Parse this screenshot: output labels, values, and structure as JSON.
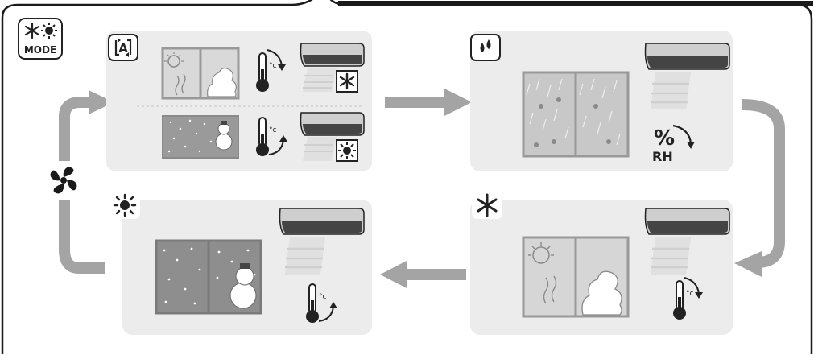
{
  "mode_button": {
    "label": "MODE",
    "icons": [
      "snowflake-icon",
      "sun-icon"
    ]
  },
  "panels": {
    "auto": {
      "badge_label": "A",
      "badge_icon": "auto-mode-icon",
      "rows": [
        {
          "scene": "hot-sunny-window",
          "thermometer": "temperature-down",
          "result_badge": "snowflake-icon"
        },
        {
          "scene": "cold-snowy-window",
          "thermometer": "temperature-up",
          "result_badge": "sun-icon"
        }
      ]
    },
    "dry": {
      "badge_icon": "water-drop-icon",
      "scene": "rainy-window",
      "indicator_text": "%",
      "indicator_sub": "RH"
    },
    "cool": {
      "badge_icon": "snowflake-icon",
      "scene": "hot-sunny-window",
      "thermometer": "temperature-down"
    },
    "heat": {
      "badge_icon": "sun-icon",
      "scene": "cold-snowy-window",
      "thermometer": "temperature-up"
    },
    "fan": {
      "icon": "fan-icon"
    }
  },
  "units": {
    "celsius": "°c"
  },
  "colors": {
    "panel": "#ececec",
    "arrow": "#a4a4a4",
    "ink": "#222222",
    "window": "#bdbdbd"
  }
}
